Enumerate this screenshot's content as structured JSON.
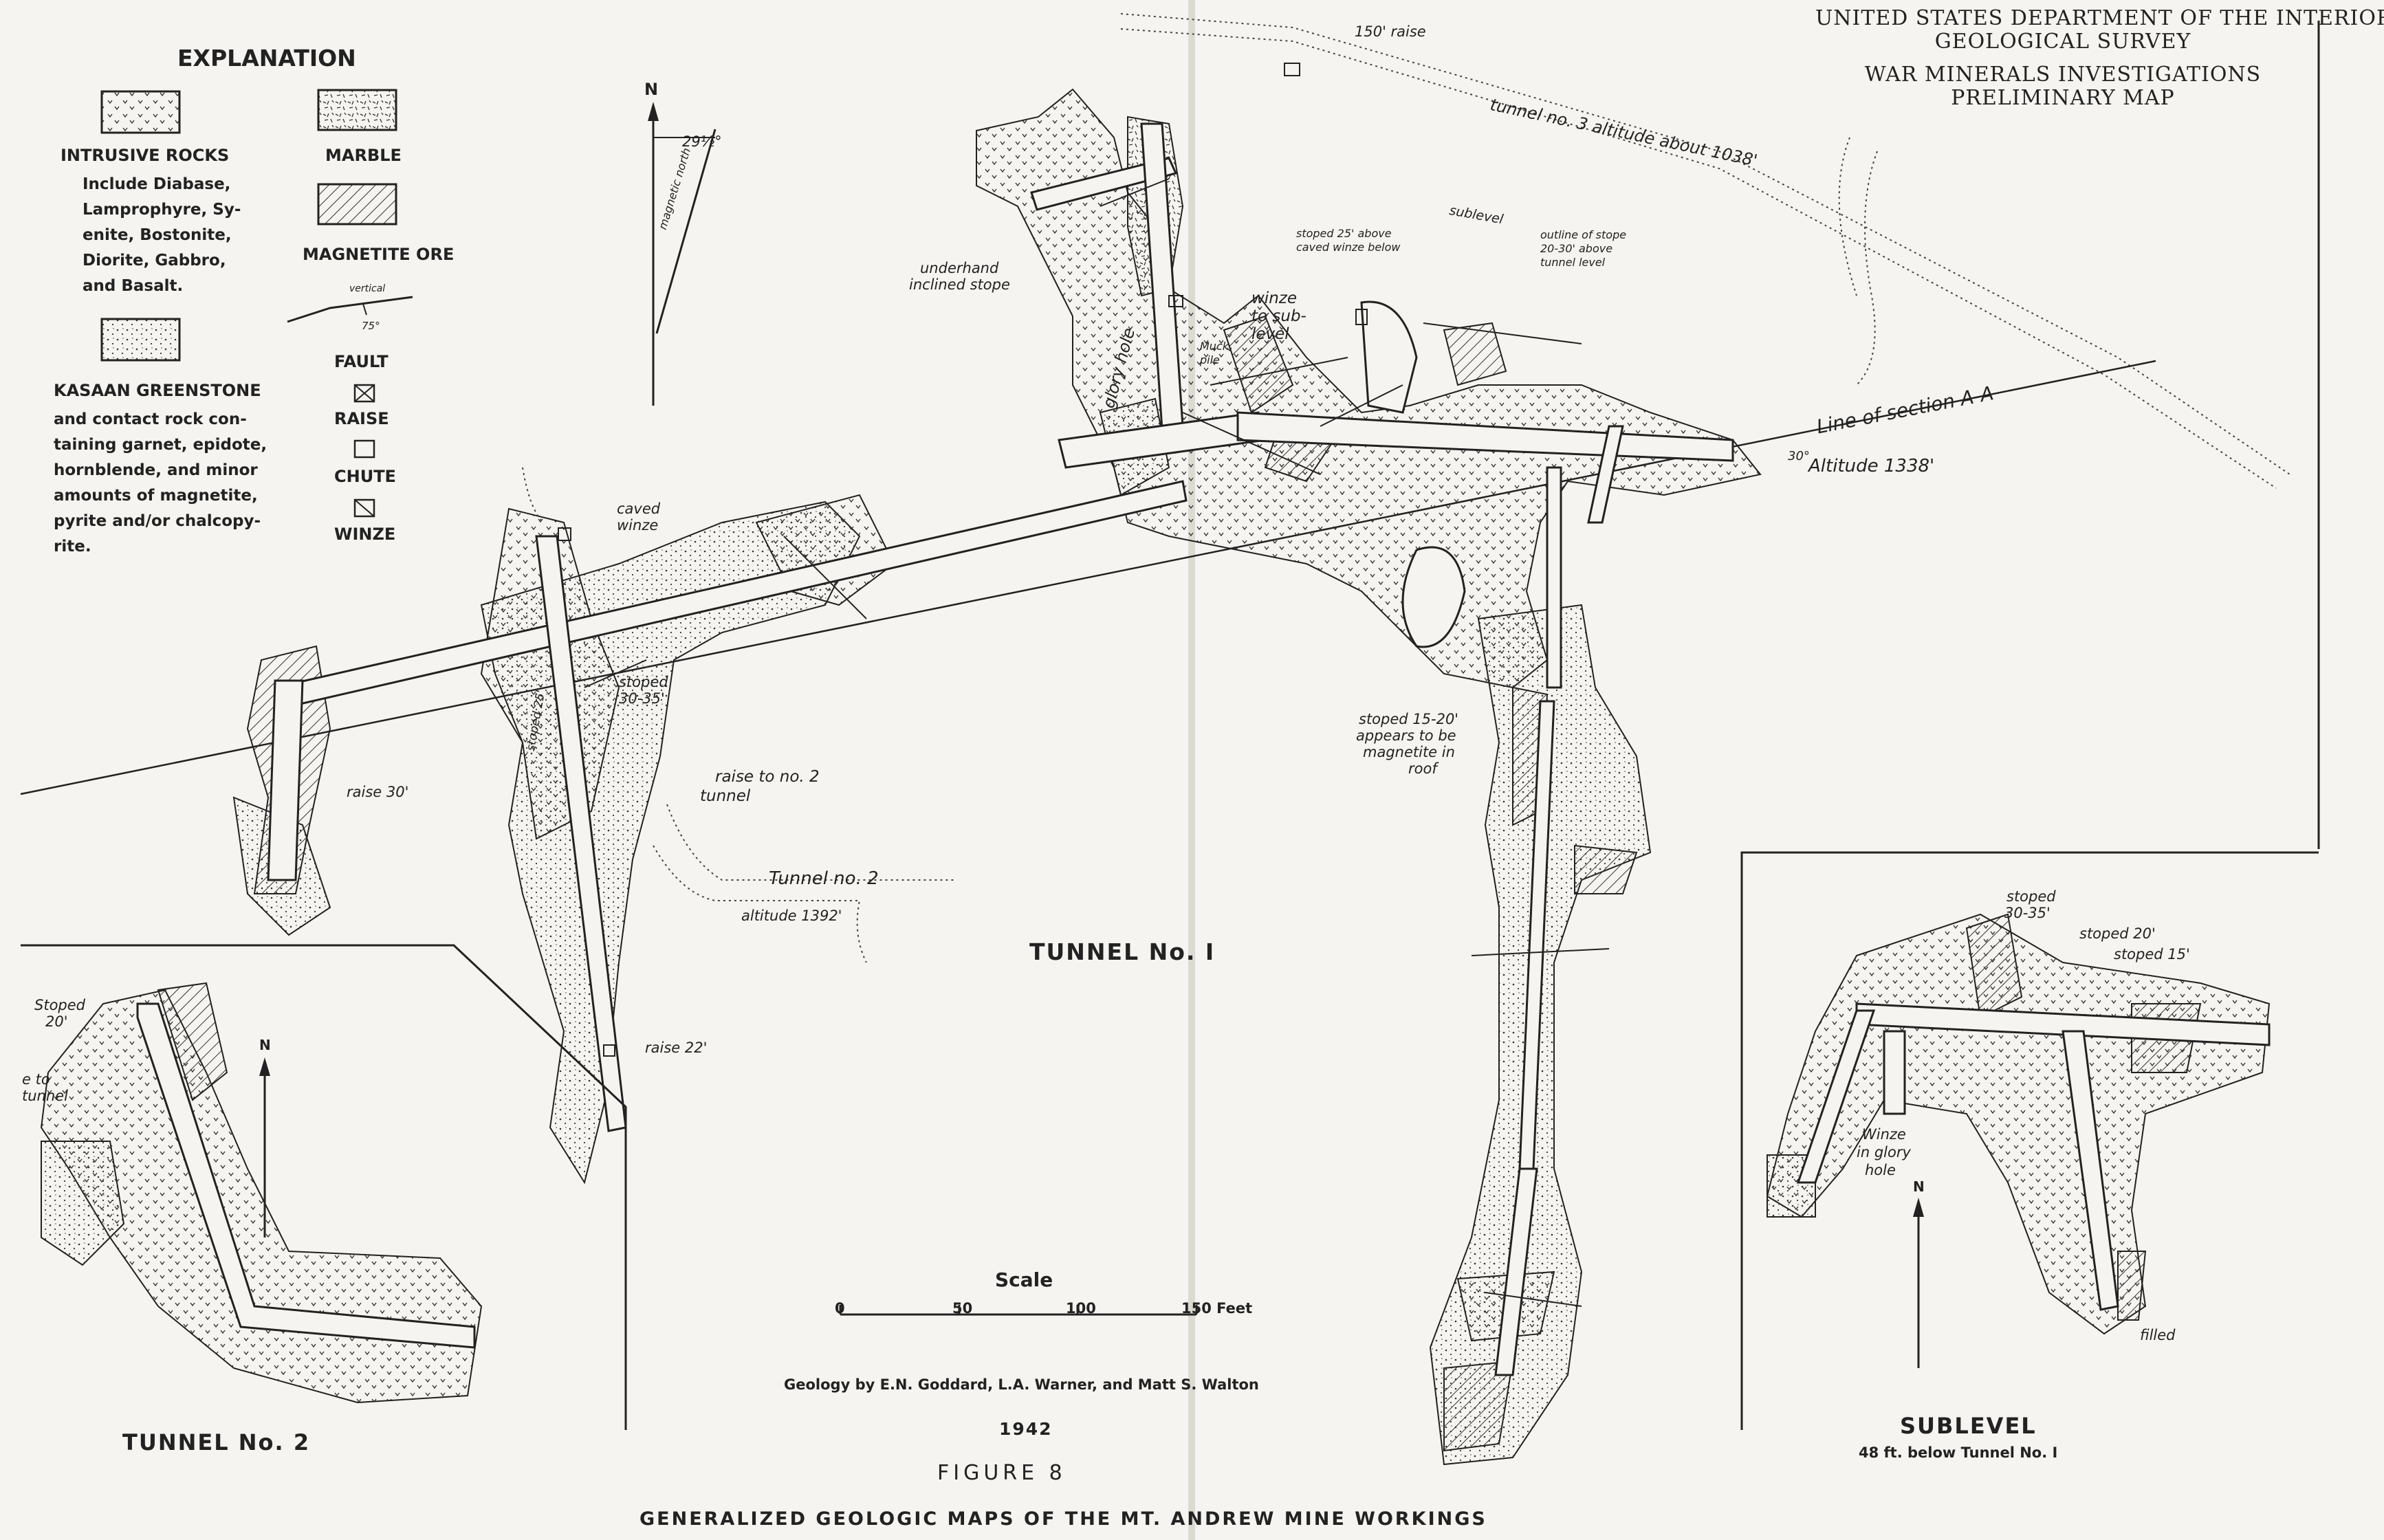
{
  "header": {
    "line1": "UNITED STATES DEPARTMENT OF THE INTERIOR",
    "line2": "GEOLOGICAL SURVEY",
    "line3": "WAR MINERALS INVESTIGATIONS",
    "line4": "PRELIMINARY MAP"
  },
  "explanation": {
    "title": "EXPLANATION",
    "intrusive": {
      "label": "INTRUSIVE ROCKS",
      "desc": [
        "Include Diabase,",
        "Lamprophyre, Sy-",
        "enite, Bostonite,",
        "Diorite, Gabbro,",
        "and Basalt."
      ]
    },
    "marble": "MARBLE",
    "magnetite": "MAGNETITE ORE",
    "fault": {
      "vertical": "vertical",
      "dip": "75°",
      "label": "FAULT"
    },
    "raise": "RAISE",
    "chute": "CHUTE",
    "winze": "WINZE",
    "kasaan": {
      "label": "KASAAN GREENSTONE",
      "desc": [
        "and contact rock con-",
        "taining garnet, epidote,",
        "hornblende, and minor",
        "amounts of magnetite,",
        "pyrite and/or chalcopy-",
        "rite."
      ]
    }
  },
  "north_arrow": {
    "n": "N",
    "declination": "29½°",
    "magnetic_label": "magnetic north"
  },
  "annotations": {
    "raise150": "150' raise",
    "tunnel3": "tunnel no. 3 altitude about 1038'",
    "sublevel": "sublevel",
    "stoped25": [
      "stoped 25' above",
      "caved winze below"
    ],
    "outline": [
      "outline of stope",
      "20-30' above",
      "tunnel level"
    ],
    "underhand": [
      "underhand",
      "inclined stope"
    ],
    "glory": "glory hole",
    "muck": [
      "Muck",
      "pile"
    ],
    "winze_sub": [
      "winze",
      "to sub-",
      "level"
    ],
    "section": "Line of section A-A",
    "section_dip": "30°",
    "altitude1338": "Altitude 1338'",
    "caved": [
      "caved",
      "winze"
    ],
    "stoped3035": [
      "stoped",
      "30-35'"
    ],
    "stoped25v": "stoped 25'",
    "raise2": [
      "raise to no. 2",
      "tunnel"
    ],
    "raise30": "raise 30'",
    "tunnel2": "Tunnel  no. 2",
    "altitude1392": "altitude 1392'",
    "stoped1520": [
      "stoped 15-20'",
      "appears to be",
      "magnetite in",
      "roof"
    ],
    "raise22": "raise 22'"
  },
  "tunnel1_title": "TUNNEL   No. I",
  "inset_tunnel2": {
    "title": "TUNNEL  No. 2",
    "stoped": [
      "Stoped",
      "20'"
    ],
    "raise_tunnel": [
      "e to",
      "tunnel"
    ],
    "north": "N"
  },
  "inset_sublevel": {
    "title": "SUBLEVEL",
    "subtitle": "48 ft. below Tunnel No. I",
    "stoped3035": [
      "stoped",
      "30-35'"
    ],
    "stoped20": "stoped 20'",
    "stoped15": "stoped 15'",
    "winze": [
      "Winze",
      "in glory",
      "hole"
    ],
    "filled": "filled",
    "north": "N"
  },
  "scale": {
    "title": "Scale",
    "ticks": [
      "0",
      "50",
      "100",
      "150 Feet"
    ]
  },
  "credits": {
    "geology": "Geology by E.N. Goddard, L.A. Warner, and Matt S. Walton",
    "year": "1942",
    "figure": "FIGURE 8",
    "title": "GENERALIZED GEOLOGIC MAPS OF THE MT. ANDREW MINE WORKINGS"
  },
  "colors": {
    "ink": "#222222",
    "paper": "#f5f4f0",
    "fold": "#d9d7d1"
  }
}
